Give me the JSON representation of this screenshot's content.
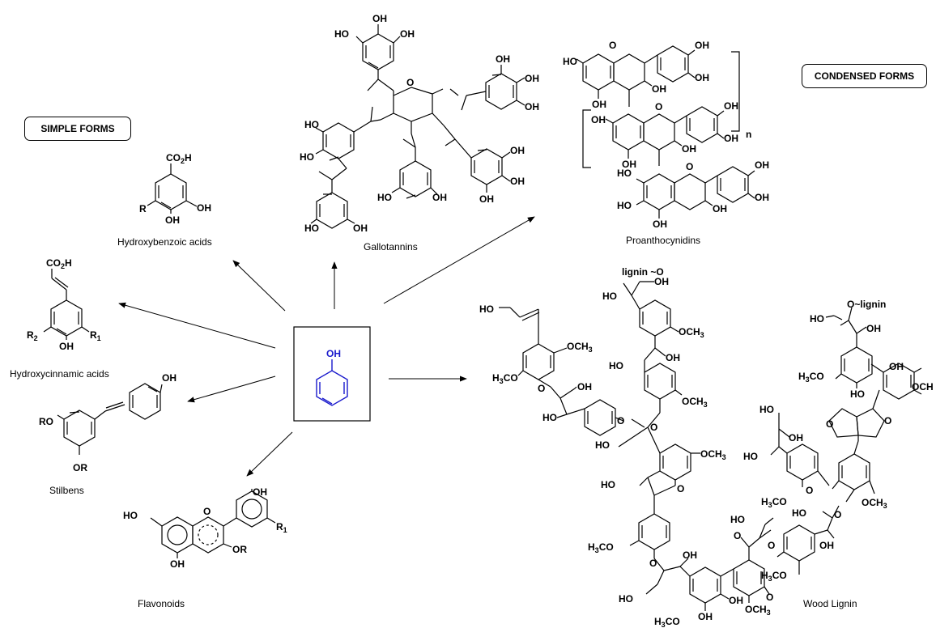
{
  "boxes": {
    "simple": "SIMPLE FORMS",
    "condensed": "CONDENSED FORMS"
  },
  "captions": {
    "hydroxybenzoic": "Hydroxybenzoic acids",
    "hydroxycinnamic": "Hydroxycinnamic acids",
    "stilbens": "Stilbens",
    "flavonoids": "Flavonoids",
    "gallotannins": "Gallotannins",
    "proanthocyanidins": "Proanthocynidins",
    "lignin": "Wood Lignin"
  },
  "center": {
    "label": "OH",
    "color": "#1a1acc"
  },
  "atoms": {
    "oh": "OH",
    "ho": "HO",
    "o": "O",
    "r": "R",
    "r1": "R",
    "r2": "R",
    "sub1": "1",
    "sub2": "2",
    "or": "OR",
    "ro": "RO",
    "co2h": "CO",
    "co2h_sub": "2",
    "co2h_tail": "H",
    "n": "n",
    "lignin": "lignin",
    "och3": "OCH",
    "sub3": "3",
    "h3co": "H",
    "h3co_tail": "CO"
  }
}
